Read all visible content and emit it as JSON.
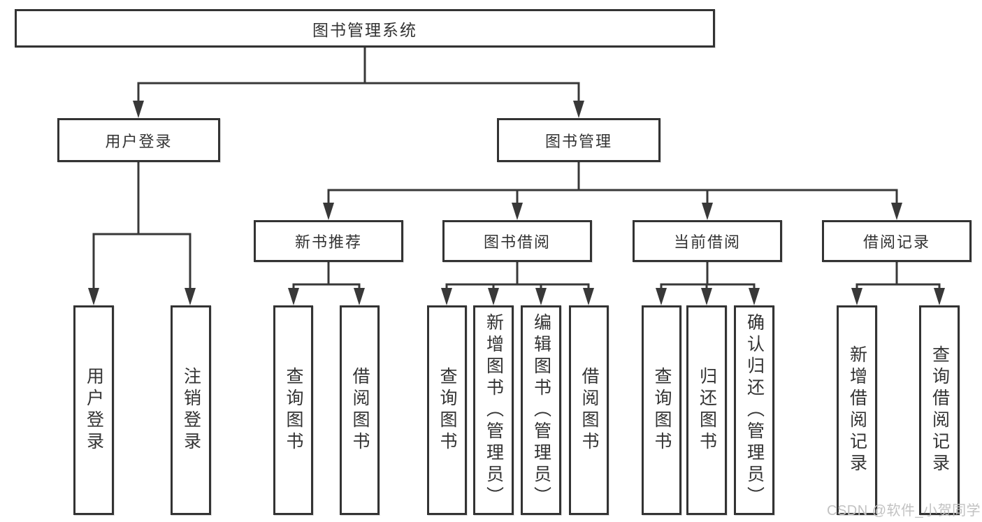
{
  "diagram": {
    "title_node": "图书管理系统",
    "line_color": "#383838",
    "text_color": "#333333",
    "nodes": {
      "root": "图书管理系统",
      "user_login": "用户登录",
      "book_management": "图书管理",
      "new_book_recommend": "新书推荐",
      "book_borrowing": "图书借阅",
      "current_borrowing": "当前借阅",
      "borrowing_records": "借阅记录",
      "leaf_user_login": "用户登录",
      "leaf_logout": "注销登录",
      "leaf_query_books_1": "查询图书",
      "leaf_borrow_books_1": "借阅图书",
      "leaf_query_books_2": "查询图书",
      "leaf_add_books_admin": "新增图书（管理员）",
      "leaf_edit_books_admin": "编辑图书（管理员）",
      "leaf_borrow_books_2": "借阅图书",
      "leaf_query_books_3": "查询图书",
      "leaf_return_books": "归还图书",
      "leaf_confirm_return_admin": "确认归还（管理员）",
      "leaf_add_borrow_record": "新增借阅记录",
      "leaf_query_borrow_record": "查询借阅记录"
    }
  },
  "watermark": {
    "text": "CSDN @软件_小贺同学",
    "color": "#c2c2c2"
  }
}
